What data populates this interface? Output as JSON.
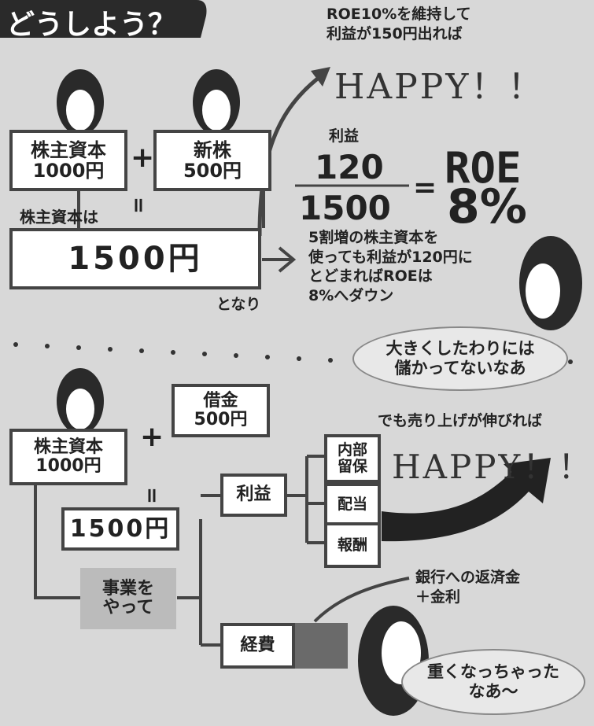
{
  "header": {
    "title": "どうしよう？"
  },
  "top": {
    "happy_caption": "ROE10%を維持して\n利益が150円出れば",
    "happy": "HAPPY！！",
    "equity_box": "株主資本\n1000円",
    "plus": "+",
    "new_shares_box": "新株\n500円",
    "equals": "=",
    "equity_label": "株主資本は",
    "total_box": "1500円",
    "tonari": "となり",
    "profit_label": "利益",
    "numerator": "120",
    "denominator": "1500",
    "fraction_eq": "=",
    "roe_label": "ROE",
    "roe_value": "8%",
    "explanation": "5割増の株主資本を\n使っても利益が120円に\nとどまればROEは\n8%へダウン",
    "bubble": "大きくしたわりには\n儲かってないなあ"
  },
  "bottom": {
    "loan_box": "借金\n500円",
    "plus": "+",
    "equity_box": "株主資本\n1000円",
    "equals": "=",
    "total_box": "1500円",
    "business_box": "事業を\nやって",
    "profit_box": "利益",
    "retained_box": "内部\n留保",
    "dividend_box": "配当",
    "reward_box": "報酬",
    "expense_box": "経費",
    "sales_caption": "でも売り上げが伸びれば",
    "happy": "HAPPY！！",
    "repay_caption": "銀行への返済金\n＋金利",
    "bubble": "重くなっちゃった\nなあ〜"
  }
}
